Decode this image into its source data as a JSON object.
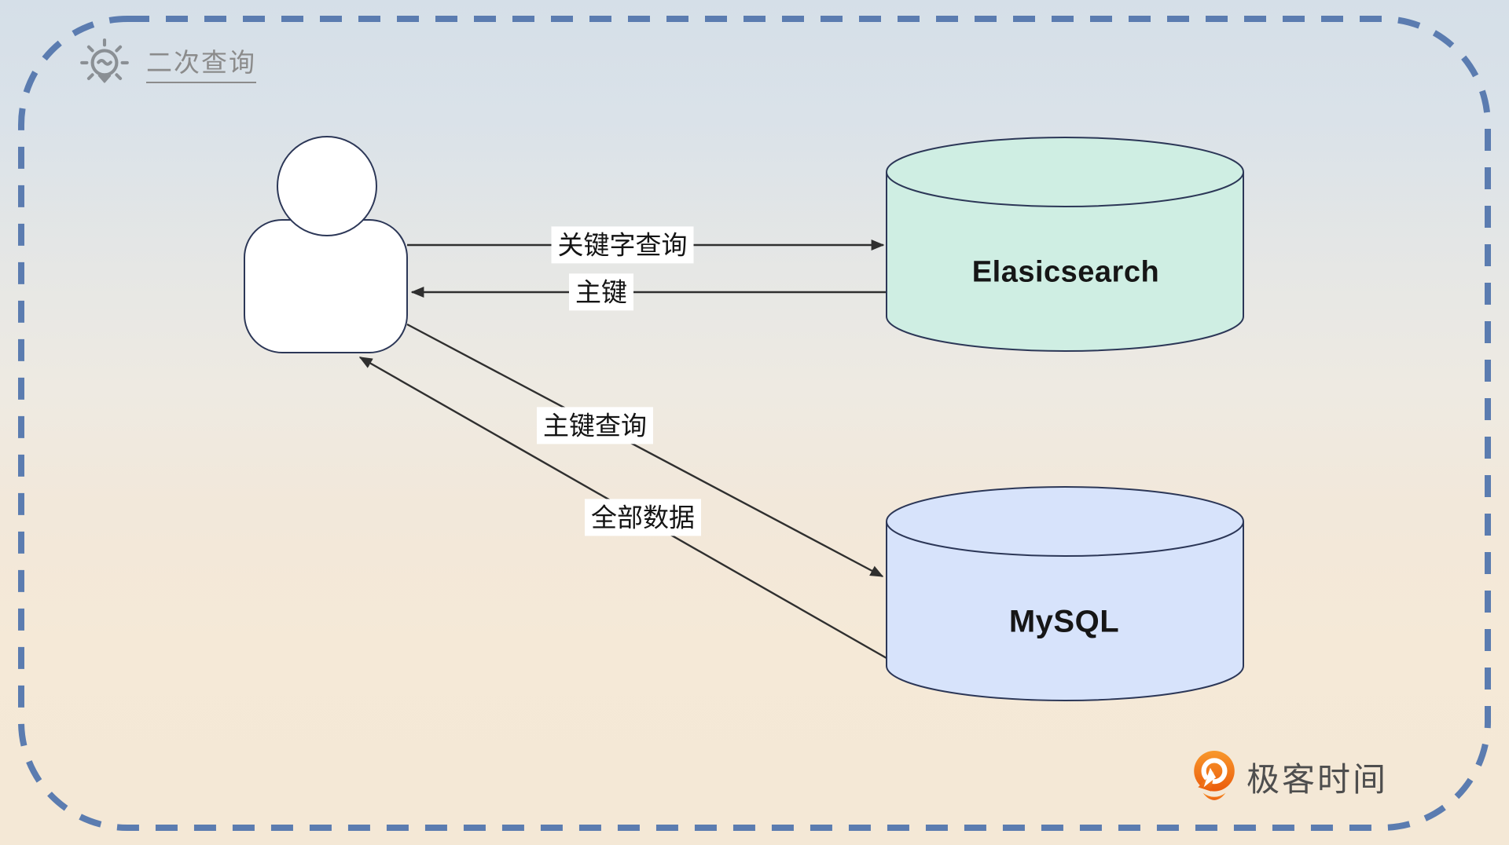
{
  "title": {
    "text": "二次查询"
  },
  "nodes": {
    "elasticsearch": {
      "label": "Elasicsearch"
    },
    "mysql": {
      "label": "MySQL"
    }
  },
  "edges": {
    "keyword_query": {
      "label": "关键字查询",
      "from": "user",
      "to": "elasticsearch"
    },
    "primary_key": {
      "label": "主键",
      "from": "elasticsearch",
      "to": "user"
    },
    "primary_key_query": {
      "label": "主键查询",
      "from": "user",
      "to": "mysql"
    },
    "all_data": {
      "label": "全部数据",
      "from": "mysql",
      "to": "user"
    }
  },
  "branding": {
    "text": "极客时间"
  },
  "colors": {
    "border_dash_blue": "#5b7cb0",
    "elasticsearch_fill": "#cfeee3",
    "mysql_fill": "#d7e3fb",
    "node_stroke": "#2c3757",
    "arrow": "#2f2f2f",
    "title_gray": "#8b8b8b",
    "logo_orange": "#ee6410",
    "logo_text_gray": "#4e4e4e"
  }
}
